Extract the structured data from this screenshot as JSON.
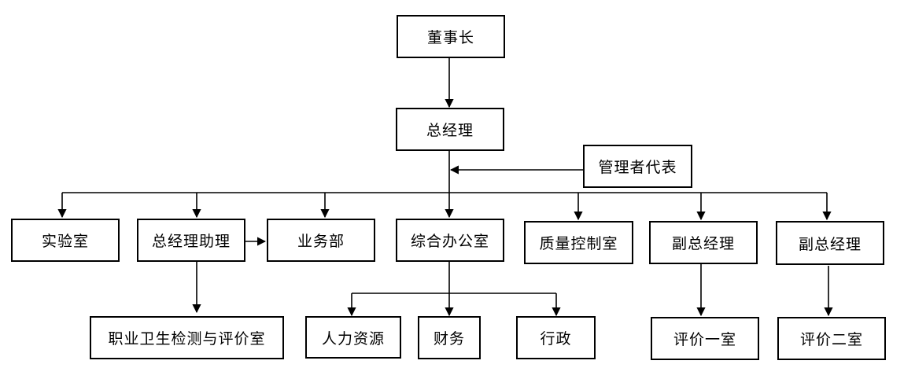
{
  "org_chart": {
    "chairman": "董事长",
    "general_manager": "总经理",
    "management_representative": "管理者代表",
    "departments": {
      "laboratory": "实验室",
      "gm_assistant": "总经理助理",
      "business": "业务部",
      "general_office": "综合办公室",
      "quality_control": "质量控制室",
      "deputy_gm_1": "副总经理",
      "deputy_gm_2": "副总经理"
    },
    "sub_units": {
      "occupational_health": "职业卫生检测与评价室",
      "human_resources": "人力资源",
      "finance": "财务",
      "administration": "行政",
      "evaluation_1": "评价一室",
      "evaluation_2": "评价二室"
    }
  }
}
